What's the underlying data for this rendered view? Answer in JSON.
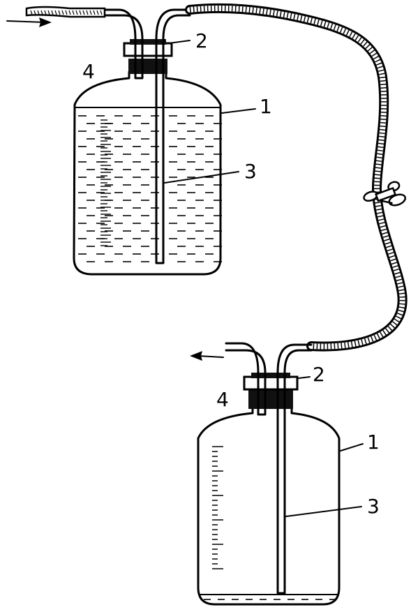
{
  "labels": {
    "top_bottle": {
      "bottle": "1",
      "stopper": "2",
      "tube": "3",
      "neck": "4"
    },
    "bottom_bottle": {
      "bottle": "1",
      "stopper": "2",
      "tube": "3",
      "neck": "4"
    }
  },
  "icons": {
    "inflow": "arrow-right-icon",
    "outflow": "arrow-left-icon",
    "clamp": "pinch-clamp-icon"
  }
}
